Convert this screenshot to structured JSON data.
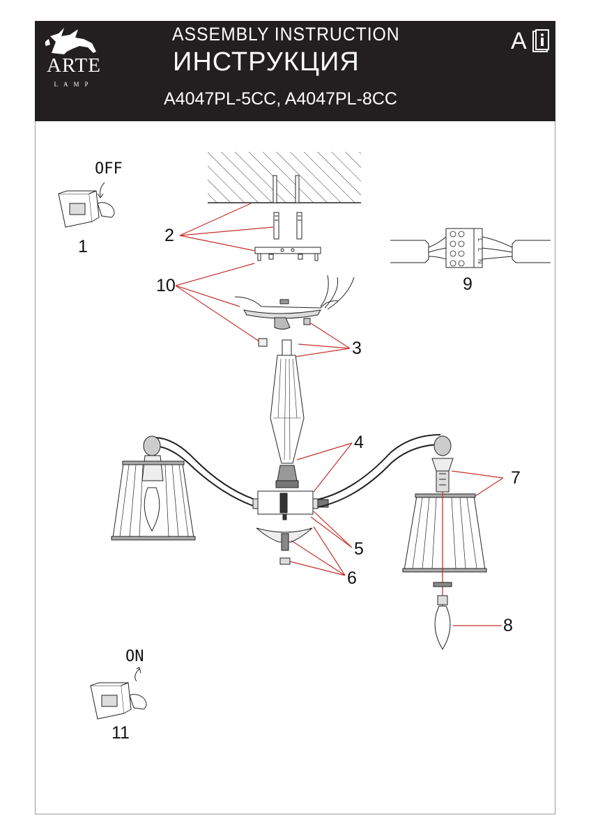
{
  "brand": {
    "name": "ARTE",
    "sub": "LAMP"
  },
  "header": {
    "title_en": "ASSEMBLY INSTRUCTION",
    "title_ru": "ИНСТРУКЦИЯ",
    "models": "A4047PL-5CC, A4047PL-8CC",
    "lang_letter": "A"
  },
  "steps": {
    "off_label": "OFF",
    "on_label": "ON",
    "n1": "1",
    "n2": "2",
    "n3": "3",
    "n4": "4",
    "n5": "5",
    "n6": "6",
    "n7": "7",
    "n8": "8",
    "n9": "9",
    "n10": "10",
    "n11": "11"
  },
  "terminal_marks": [
    "L",
    "L",
    "N"
  ],
  "colors": {
    "header_bg": "#231f20",
    "leader_lines": "#c4302b",
    "line_art": "#222222"
  }
}
